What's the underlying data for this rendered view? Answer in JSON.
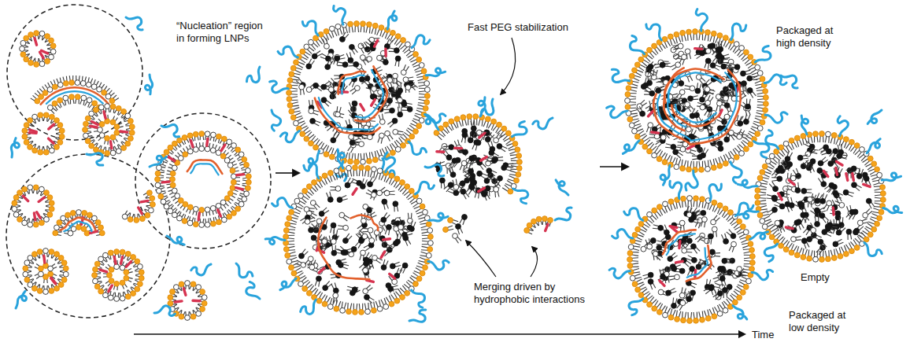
{
  "diagram": {
    "labels": [
      "“Nucleation” region in forming LNPs",
      "Fast PEG stabilization",
      "Merging driven by hydrophobic interactions",
      "Packaged at high density",
      "Empty",
      "Packaged at low density",
      "Time"
    ]
  }
}
